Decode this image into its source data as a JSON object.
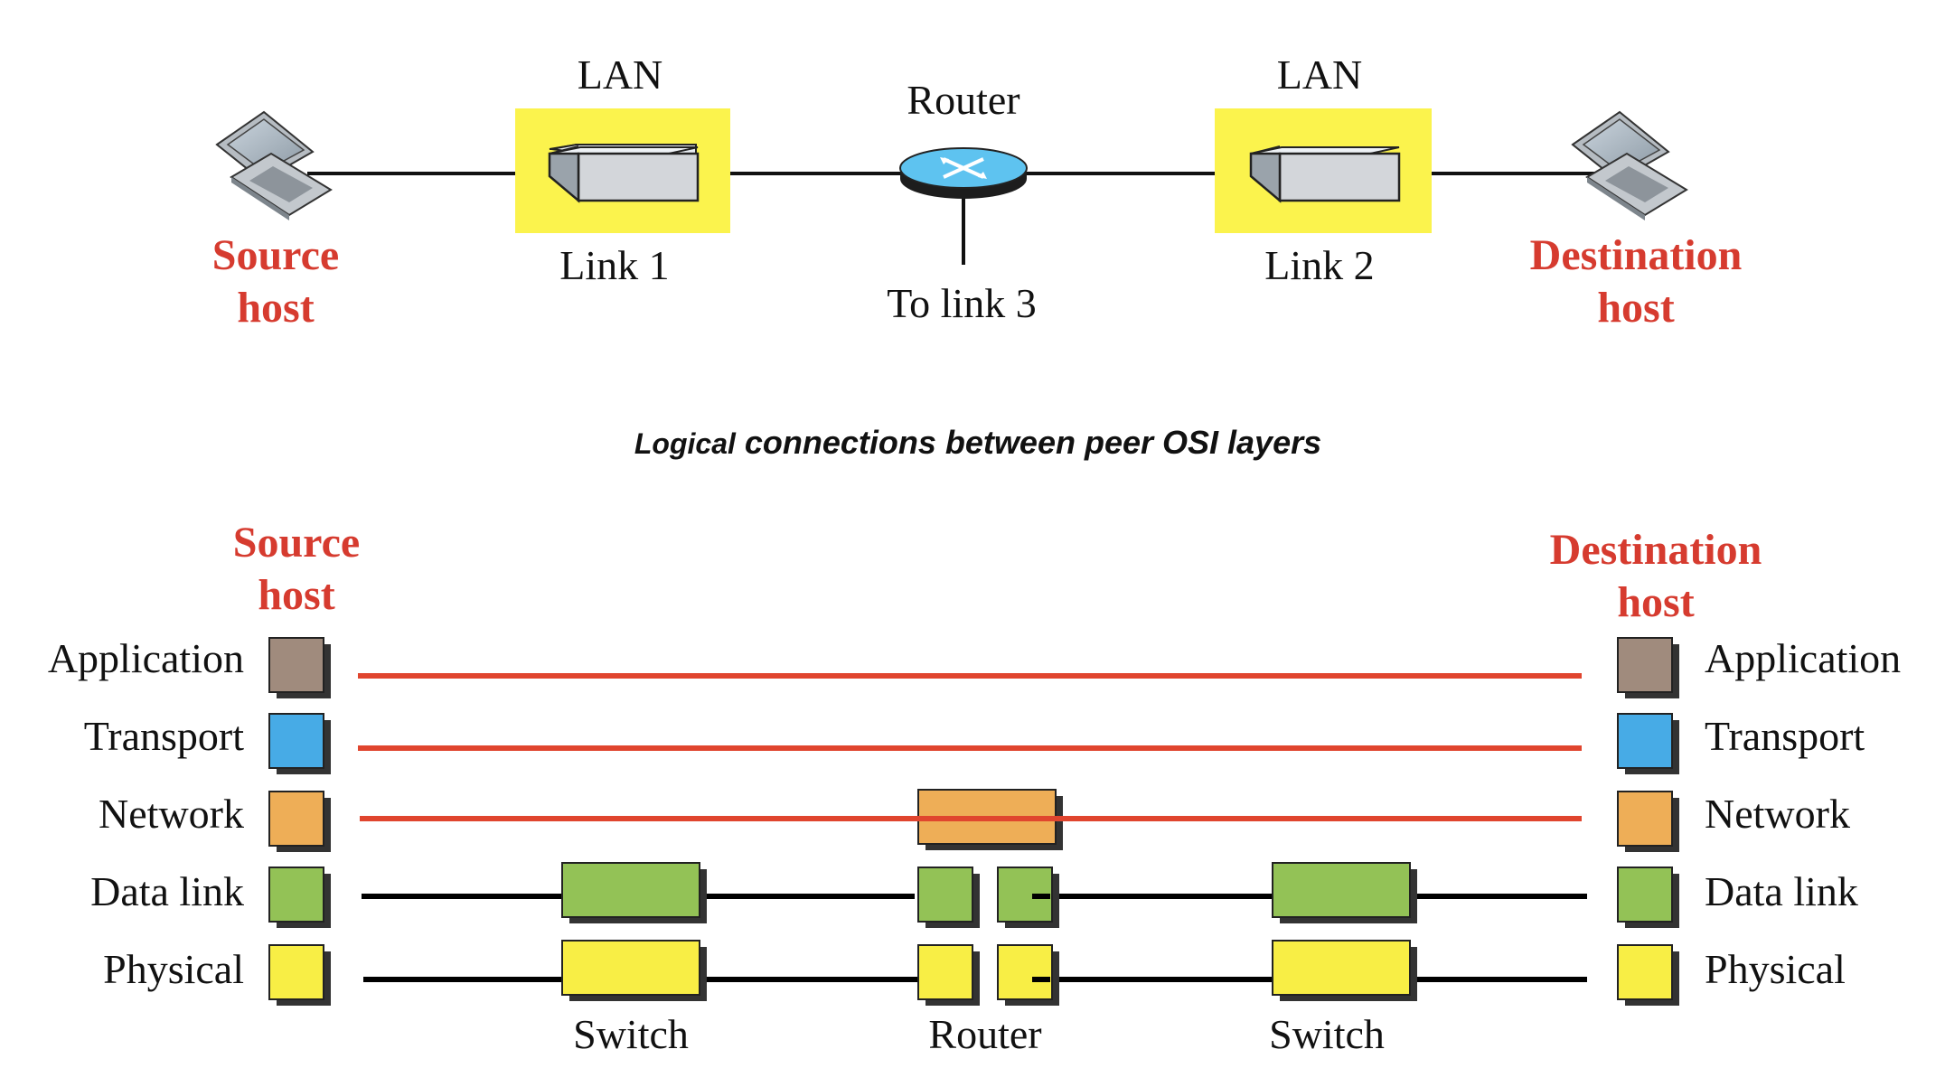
{
  "colors": {
    "host_label": "#d63b2f",
    "lan_highlight": "#fbf34d",
    "router_body": "#5ec3f0",
    "logical_line": "#e0452e",
    "physical_line": "#000000",
    "application": "#a08b7d",
    "transport": "#47abe6",
    "network": "#eeae57",
    "data_link": "#93c256",
    "physical": "#f8ee45"
  },
  "topology": {
    "lan_left": "LAN",
    "lan_right": "LAN",
    "router": "Router",
    "to_link3": "To link 3",
    "link1": "Link 1",
    "link2": "Link 2",
    "source_line1": "Source",
    "source_line2": "host",
    "dest_line1": "Destination",
    "dest_line2": "host"
  },
  "osi": {
    "title_italic": "Logical",
    "title_rest": "connections between peer OSI layers",
    "source_line1": "Source",
    "source_line2": "host",
    "dest_line1": "Destination",
    "dest_line2": "host",
    "layers": [
      "Application",
      "Transport",
      "Network",
      "Data link",
      "Physical"
    ],
    "switch_left": "Switch",
    "router": "Router",
    "switch_right": "Switch"
  }
}
